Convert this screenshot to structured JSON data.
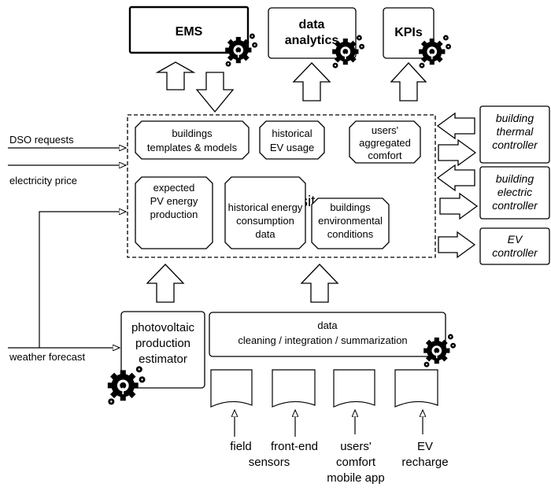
{
  "top": {
    "ems": "EMS",
    "analytics": [
      "data",
      "analytics"
    ],
    "kpis": "KPIs"
  },
  "repository": {
    "title": "data repository",
    "items": [
      [
        "buildings",
        "templates & models"
      ],
      [
        "historical",
        "EV usage"
      ],
      [
        "users'",
        "aggregated",
        "comfort"
      ],
      [
        "expected",
        "PV energy",
        "production"
      ],
      [
        "historical energy",
        "consumption",
        "data"
      ],
      [
        "buildings",
        "environmental",
        "conditions"
      ]
    ]
  },
  "inputs": {
    "dso": "DSO requests",
    "price": "electricity price",
    "weather": "weather forecast"
  },
  "controllers": [
    [
      "building",
      "thermal",
      "controller"
    ],
    [
      "building",
      "electric",
      "controller"
    ],
    [
      "EV",
      "controller"
    ]
  ],
  "pv_estimator": [
    "photovoltaic",
    "production",
    "estimator"
  ],
  "cleaning": [
    "data",
    "cleaning / integration / summarization"
  ],
  "sources": [
    [
      "field",
      "sensors"
    ],
    [
      "front-end",
      "sensors"
    ],
    [
      "users'",
      "comfort",
      "mobile app"
    ],
    [
      "EV",
      "recharge"
    ]
  ],
  "icons": [
    "gear-icon"
  ]
}
